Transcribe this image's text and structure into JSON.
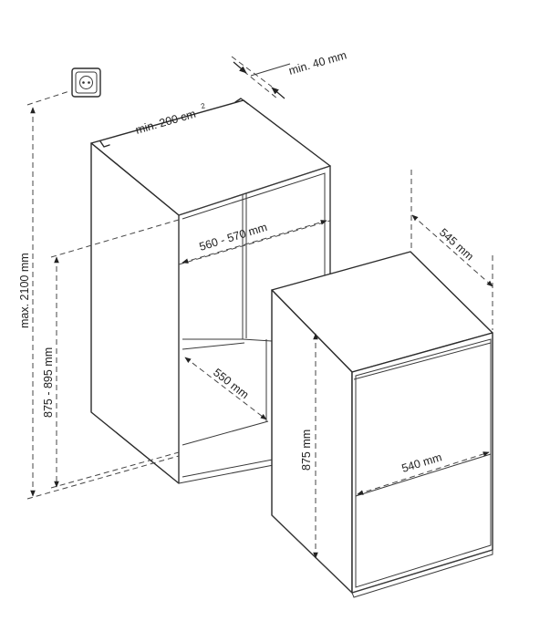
{
  "labels": {
    "ventilation_gap": "min. 40 mm",
    "vent_area": "min. 200 cm",
    "vent_area_unit_power": "2",
    "max_height": "max. 2100 mm",
    "niche_height": "875 - 895 mm",
    "niche_width": "560 - 570 mm",
    "niche_depth": "550 mm",
    "appliance_depth": "545 mm",
    "appliance_height": "875 mm",
    "appliance_width": "540 mm"
  },
  "icons": {
    "power_outlet": "power-socket-icon"
  },
  "colors": {
    "line": "#2b2b2b",
    "background": "#ffffff"
  }
}
